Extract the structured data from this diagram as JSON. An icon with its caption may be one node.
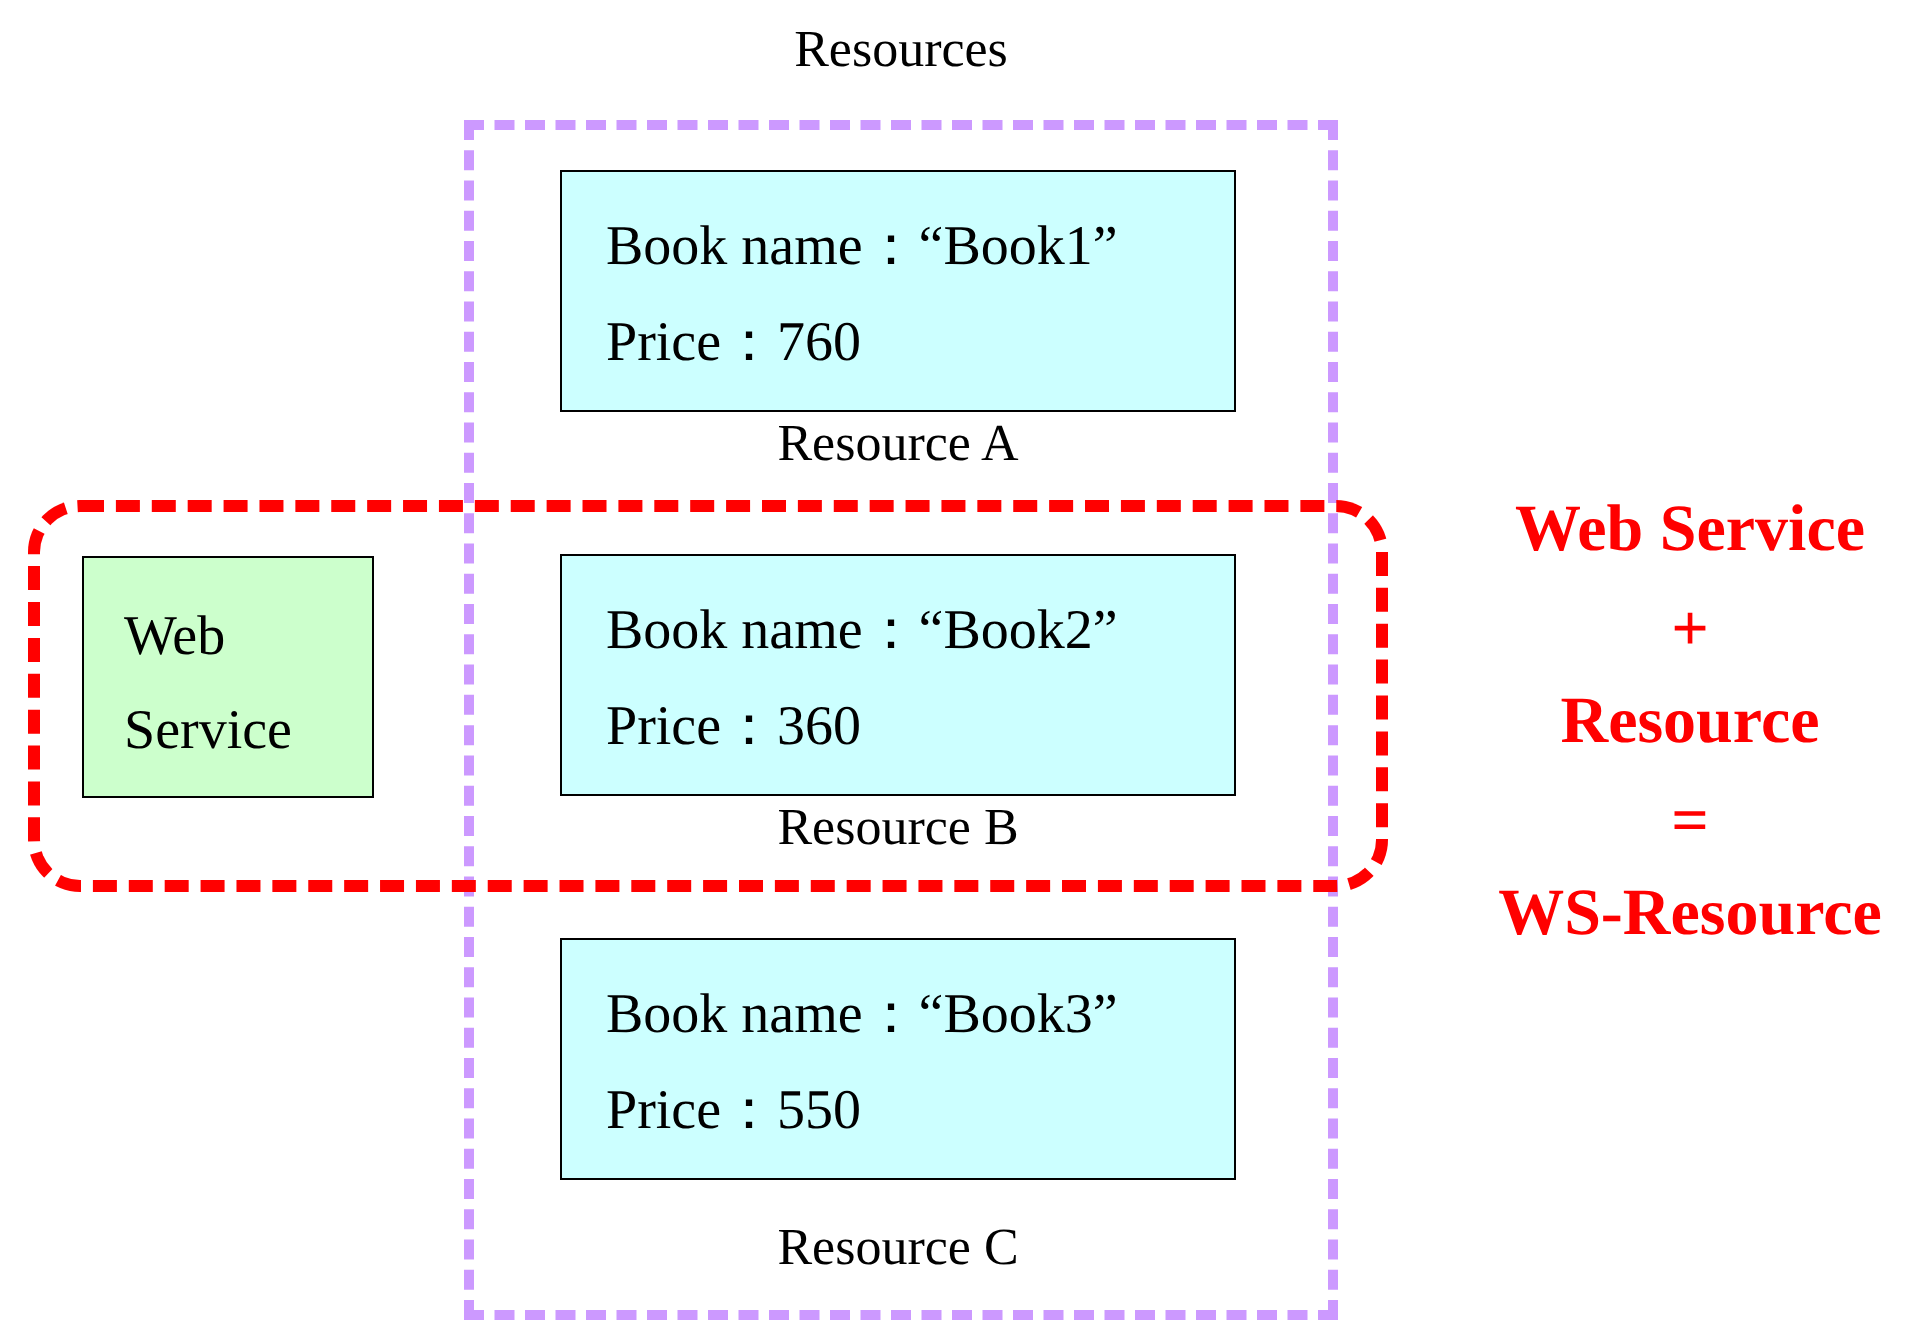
{
  "diagram": {
    "nodes": [
      {
        "text": [
          "Resources"
        ]
      },
      {
        "text": [
          "Book name：“Book1”",
          "Price：760"
        ],
        "beside": [
          "Resource A"
        ],
        "in": 0
      },
      {
        "text": [],
        "shape": "box"
      },
      {
        "text": [
          "Web Service"
        ],
        "in": 2
      },
      {
        "text": [
          "Book name：“Book2”",
          "Price：360"
        ],
        "beside": [
          "Resource B"
        ]
      },
      {
        "text": [
          "Book name：“Book3”",
          "Price：550"
        ],
        "beside": [
          "Resource C"
        ],
        "in": 0
      }
    ],
    "edges": [],
    "labels": [
      "Web Service",
      "+",
      "Resource",
      "=",
      "WS-Resource"
    ]
  }
}
